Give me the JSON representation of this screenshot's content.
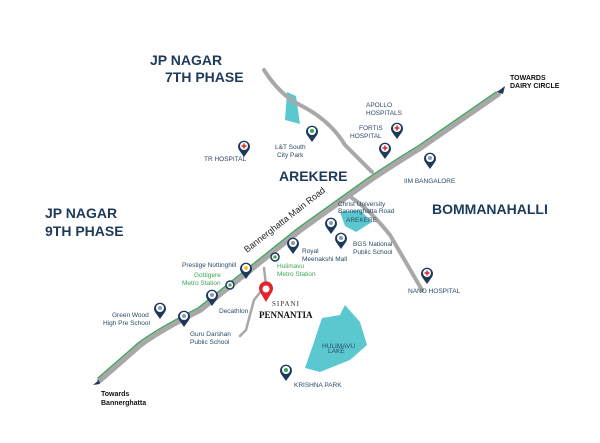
{
  "areas": {
    "jp7a": "JP NAGAR",
    "jp7b": "7TH PHASE",
    "jp9a": "JP NAGAR",
    "jp9b": "9TH PHASE",
    "arekere": "AREKERE",
    "bommanahalli": "BOMMANAHALLI"
  },
  "road_name": "Bannerghatta Main Road",
  "towards_dairy": [
    "TOWARDS",
    "DAIRY CIRCLE"
  ],
  "towards_bannerghatta": [
    "Towards",
    "Bannerghatta"
  ],
  "places": {
    "tr": "TR HOSPITAL",
    "lt": [
      "L&T South",
      "City Park"
    ],
    "apollo": [
      "APOLLO",
      "HOSPITALS"
    ],
    "fortis": [
      "FORTIS",
      "HOSPITAL"
    ],
    "iim": "IIM BANGALORE",
    "christ": [
      "Christ University",
      "Bannerghatta Road"
    ],
    "arekere_lake": "AREKERE",
    "bgs": [
      "BGS National",
      "Public School"
    ],
    "royal": [
      "Royal",
      "Meenakshi Mall"
    ],
    "hulimavu_metro": [
      "Hulimavu",
      "Metro Station"
    ],
    "prestige": "Prestige Nottinghill",
    "gottigere": [
      "Gottigere",
      "Metro Station"
    ],
    "decathlon": "Decathlon",
    "greenwood": [
      "Green Wood",
      "High Pre School"
    ],
    "guru": [
      "Guru Darshan",
      "Public School"
    ],
    "nano": "NANO HOSPITAL",
    "hulimavu_lake": [
      "HULIMAVU",
      "LAKE"
    ],
    "krishna": "KRISHNA PARK"
  },
  "project": {
    "brand": "SIPANI",
    "name": "PENNANTIA"
  },
  "colors": {
    "road": "#a8a8a8",
    "metro": "#3aa655",
    "water": "#5bc8cf",
    "pin": "#1e3a5a",
    "project_pin": "#e2242b"
  }
}
